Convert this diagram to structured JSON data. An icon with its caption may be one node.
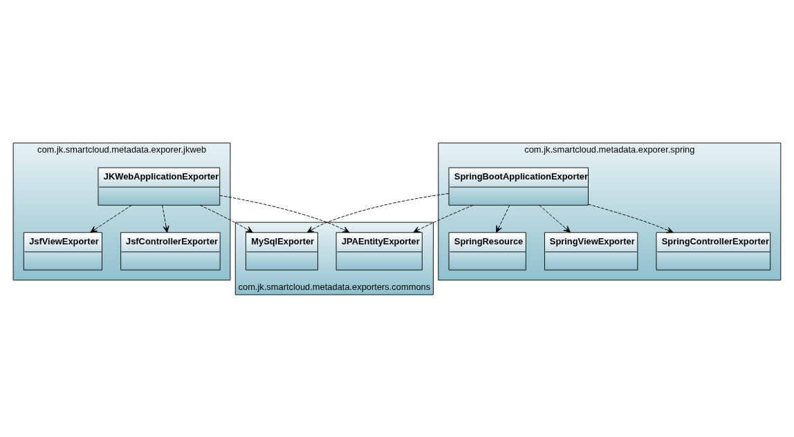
{
  "diagram": {
    "nodes": [
      {
        "text": [
          "com.jk.smartcloud.metadata.exporer.jkweb"
        ]
      },
      {
        "text": [
          "JKWebApplicationExporter"
        ],
        "in": 0
      },
      {
        "text": [
          "JsfViewExporter"
        ],
        "in": 0
      },
      {
        "text": [
          "JsfControllerExporter"
        ],
        "in": 0
      },
      {
        "text": [
          "com.jk.smartcloud.metadata.exporer.spring"
        ]
      },
      {
        "text": [
          "SpringBootApplicationExporter"
        ],
        "in": 4
      },
      {
        "text": [
          "SpringViewExporter"
        ],
        "in": 4
      },
      {
        "text": [
          "SpringControllerExporter"
        ],
        "in": 4
      },
      {
        "text": [
          "SpringResource"
        ],
        "in": 4
      },
      {
        "text": [
          "com.jk.smartcloud.metadata.exporters.commons"
        ]
      },
      {
        "text": [
          "JPAEntityExporter"
        ],
        "in": 9
      },
      {
        "text": [
          "MySqlExporter"
        ],
        "in": 9
      }
    ],
    "edges": [
      {
        "from": 1,
        "to": 10,
        "arrow": "to",
        "style": "dashed"
      },
      {
        "from": 1,
        "to": 2,
        "arrow": "to",
        "style": "dashed"
      },
      {
        "from": 1,
        "to": 3,
        "arrow": "to",
        "style": "dashed"
      },
      {
        "from": 1,
        "to": 11,
        "arrow": "to",
        "style": "dashed"
      },
      {
        "from": 5,
        "to": 10,
        "arrow": "to",
        "style": "dashed"
      },
      {
        "from": 5,
        "to": 11,
        "arrow": "to",
        "style": "dashed"
      },
      {
        "from": 5,
        "to": 6,
        "arrow": "to",
        "style": "dashed"
      },
      {
        "from": 5,
        "to": 7,
        "arrow": "to",
        "style": "dashed"
      },
      {
        "from": 5,
        "to": 8,
        "arrow": "to",
        "style": "dashed"
      }
    ]
  }
}
